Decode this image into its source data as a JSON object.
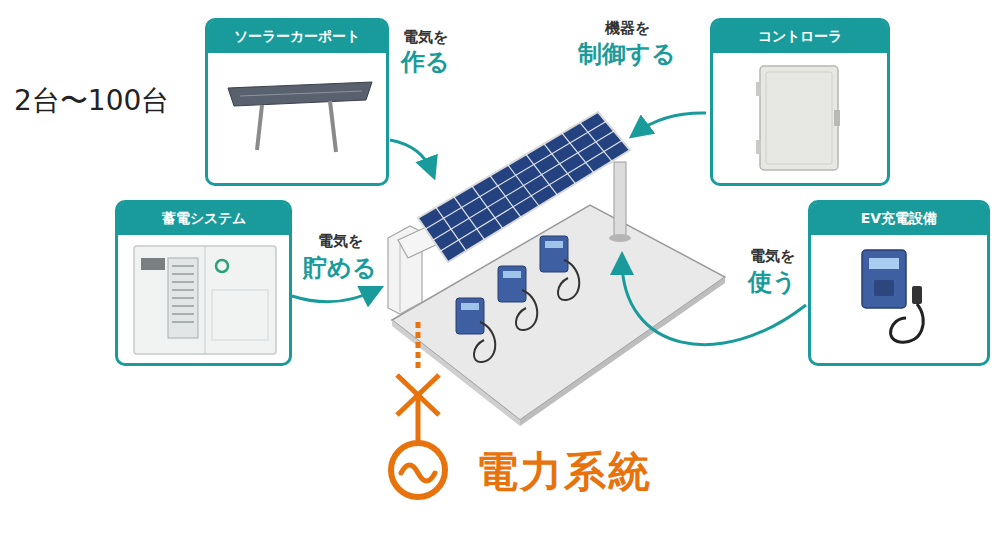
{
  "diagram": {
    "nodes": [
      {
        "text": [
          "ソーラーカーポート"
        ]
      },
      {
        "text": [
          "コントローラ"
        ]
      },
      {
        "text": [
          "蓄電システム"
        ]
      },
      {
        "text": [
          "EV充電設備"
        ]
      },
      {
        "text": [
          "電力系統"
        ]
      }
    ],
    "labels": [
      "2台〜100台",
      "電気を",
      "作る",
      "機器を",
      "制御する",
      "電気を",
      "貯める",
      "電気を",
      "使う"
    ]
  }
}
